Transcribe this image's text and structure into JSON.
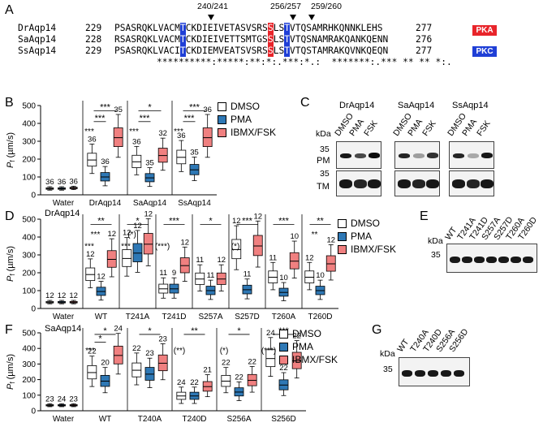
{
  "panel_labels": {
    "a": "A",
    "b": "B",
    "c": "C",
    "d": "D",
    "e": "E",
    "f": "F",
    "g": "G"
  },
  "alignment": {
    "sites": [
      "240/241",
      "256/257",
      "259/260"
    ],
    "rows": [
      {
        "name": "DrAqp14",
        "start": "229",
        "pre": "PSASRQKLVACM",
        "m1": "T",
        "mid": "CKDIEIVETASVSRS",
        "m2": "S",
        "gap": "LS",
        "m3": "T",
        "post": "VTQSAMRHKQNNKLEHS",
        "end": "277"
      },
      {
        "name": "SaAqp14",
        "start": "228",
        "pre": "RSASRQKLVACM",
        "m1": "T",
        "mid": "CKDIEIVETTSMTGS",
        "m2": "S",
        "gap": "LS",
        "m3": "T",
        "post": "VTQSNAMRAKQANKQENN",
        "end": "276"
      },
      {
        "name": "SsAqp14",
        "start": "229",
        "pre": "PSASRQKLVACI",
        "m1": "T",
        "mid": "CKDIEMVEATSVSRS",
        "m2": "S",
        "gap": "LS",
        "m3": "T",
        "post": "VTQSTAMRAKQVNKQEQN",
        "end": "277"
      }
    ],
    "consensus": "**********:*****:**:*:.***:*.:  *******:.*** ** ** *:.",
    "legend": [
      {
        "label": "PKA",
        "color": "#e8242a"
      },
      {
        "label": "PKC",
        "color": "#1f3fd6"
      }
    ]
  },
  "legend_labels": {
    "dmso": "DMSO",
    "pma": "PMA",
    "ibmx": "IBMX/FSK"
  },
  "colors": {
    "dmso": "#ffffff",
    "pma": "#2e78b5",
    "ibmx": "#f08080"
  },
  "ylabel": "P_f (µm/s)",
  "ylabel_main": "P",
  "ylabel_sub": "f",
  "ylabel_unit": " (µm/s)",
  "panel_b": {
    "ylim": [
      0,
      500
    ],
    "ticks": [
      "0",
      "100",
      "200",
      "300",
      "400",
      "500"
    ],
    "groups": [
      "Water",
      "DrAqp14",
      "SaAqp14",
      "SsAqp14"
    ],
    "n": [
      [
        "36",
        "36",
        "36"
      ],
      [
        "36",
        "36",
        "35"
      ],
      [
        "36",
        "35",
        "32"
      ],
      [
        "36",
        "35",
        "36"
      ]
    ],
    "sig": [
      [
        "***",
        "***",
        "***"
      ],
      [
        "***",
        "***",
        "***"
      ],
      [
        "***",
        "***",
        "*"
      ],
      [
        "***",
        "***",
        "***"
      ]
    ]
  },
  "panel_c": {
    "groups": [
      "DrAqp14",
      "SaAqp14",
      "SsAqp14"
    ],
    "lanes": [
      "DMSO",
      "PMA",
      "FSK"
    ],
    "kda": "kDa",
    "mw": "35",
    "rows": [
      "PM",
      "TM"
    ]
  },
  "panel_d": {
    "title": "DrAqp14",
    "ylim": [
      0,
      500
    ],
    "ticks": [
      "0",
      "100",
      "200",
      "300",
      "400",
      "500"
    ],
    "groups": [
      "Water",
      "WT",
      "T241A",
      "T241D",
      "S257A",
      "S257D",
      "T260A",
      "T260D"
    ],
    "n": [
      [
        "12",
        "12",
        "12"
      ],
      [
        "12",
        "12",
        "12"
      ],
      [
        "12",
        "12",
        "12"
      ],
      [
        "11",
        "9",
        "12"
      ],
      [
        "11",
        "11",
        "12"
      ],
      [
        "12",
        "11",
        "12"
      ],
      [
        "11",
        "10",
        "10"
      ],
      [
        "12",
        "10",
        "12"
      ]
    ]
  },
  "panel_e": {
    "kda": "kDa",
    "mw": "35",
    "lanes": [
      "WT",
      "T241A",
      "T241D",
      "S257A",
      "S257D",
      "T260A",
      "T260D"
    ]
  },
  "panel_f": {
    "title": "SaAqp14",
    "ylim": [
      0,
      500
    ],
    "ticks": [
      "0",
      "100",
      "200",
      "300",
      "400",
      "500"
    ],
    "groups": [
      "Water",
      "WT",
      "T240A",
      "T240D",
      "S256A",
      "S256D"
    ],
    "n": [
      [
        "23",
        "24",
        "23"
      ],
      [
        "22",
        "20",
        "24"
      ],
      [
        "22",
        "23",
        "23"
      ],
      [
        "24",
        "22",
        "21"
      ],
      [
        "22",
        "22",
        "22"
      ],
      [
        "24",
        "22",
        "22"
      ]
    ]
  },
  "panel_g": {
    "kda": "kDa",
    "mw": "35",
    "lanes": [
      "WT",
      "T240A",
      "T240D",
      "S256A",
      "S256D"
    ]
  },
  "chart_data": [
    {
      "type": "box",
      "panel": "B",
      "categories": [
        "Water",
        "DrAqp14",
        "SaAqp14",
        "SsAqp14"
      ],
      "series": [
        {
          "name": "DMSO",
          "medians": [
            35,
            195,
            185,
            210
          ]
        },
        {
          "name": "PMA",
          "medians": [
            35,
            100,
            95,
            140
          ]
        },
        {
          "name": "IBMX/FSK",
          "medians": [
            38,
            320,
            220,
            320
          ]
        }
      ],
      "ylim": [
        0,
        500
      ]
    },
    {
      "type": "box",
      "panel": "D",
      "categories": [
        "Water",
        "WT",
        "T241A",
        "T241D",
        "S257A",
        "S257D",
        "T260A",
        "T260D"
      ],
      "series": [
        {
          "name": "DMSO",
          "medians": [
            35,
            190,
            280,
            110,
            165,
            330,
            175,
            175
          ]
        },
        {
          "name": "PMA",
          "medians": [
            35,
            95,
            310,
            110,
            100,
            105,
            90,
            100
          ]
        },
        {
          "name": "IBMX/FSK",
          "medians": [
            35,
            275,
            360,
            240,
            165,
            350,
            265,
            250
          ]
        }
      ],
      "ylim": [
        0,
        500
      ]
    },
    {
      "type": "box",
      "panel": "F",
      "categories": [
        "Water",
        "WT",
        "T240A",
        "T240D",
        "S256A",
        "S256D"
      ],
      "series": [
        {
          "name": "DMSO",
          "medians": [
            35,
            245,
            260,
            95,
            190,
            335
          ]
        },
        {
          "name": "PMA",
          "medians": [
            35,
            190,
            235,
            95,
            120,
            165
          ]
        },
        {
          "name": "IBMX/FSK",
          "medians": [
            35,
            355,
            305,
            155,
            195,
            320
          ]
        }
      ],
      "ylim": [
        0,
        500
      ]
    }
  ]
}
